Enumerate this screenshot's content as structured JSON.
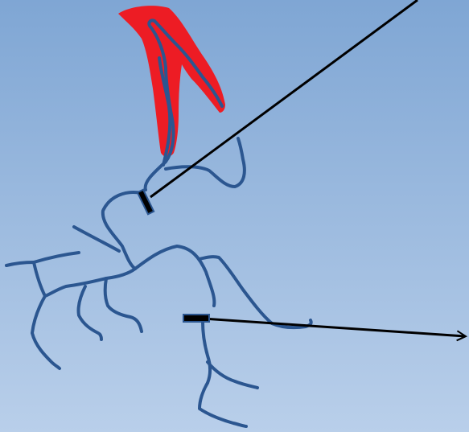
{
  "diagram": {
    "background": {
      "gradient_top": "#7FA6D4",
      "gradient_bottom": "#B9CFEA"
    },
    "colors": {
      "vessel_stroke": "#2B5690",
      "highlight_fill": "#ED1C24",
      "pointer_line": "#000000",
      "marker_fill": "#000000",
      "marker_stroke": "#2B5690"
    },
    "elements": [
      {
        "name": "vessel-tree",
        "kind": "branching vessel network"
      },
      {
        "name": "highlighted-region",
        "kind": "red filled area over the upper vessel branch"
      },
      {
        "name": "upper-marker",
        "kind": "black rectangular marker on the vessel"
      },
      {
        "name": "lower-marker",
        "kind": "black rectangular marker on the vessel"
      },
      {
        "name": "upper-pointer-line",
        "kind": "line without arrowhead"
      },
      {
        "name": "lower-pointer-arrow",
        "kind": "line with arrowhead"
      }
    ]
  }
}
